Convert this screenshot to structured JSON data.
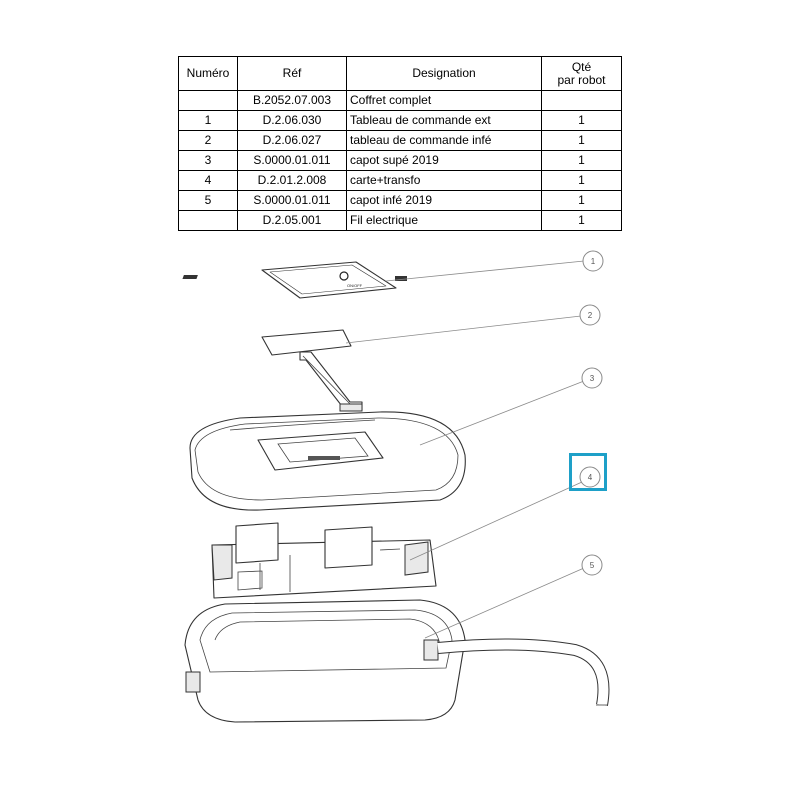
{
  "table": {
    "headers": [
      "Numéro",
      "Réf",
      "Designation",
      "Qté\npar robot"
    ],
    "header_qte_line1": "Qté",
    "header_qte_line2": "par robot",
    "rows": [
      {
        "numero": "",
        "ref": "B.2052.07.003",
        "designation": "Coffret complet",
        "qte": ""
      },
      {
        "numero": "1",
        "ref": "D.2.06.030",
        "designation": "Tableau de commande ext",
        "qte": "1"
      },
      {
        "numero": "2",
        "ref": "D.2.06.027",
        "designation": "tableau de commande infé",
        "qte": "1"
      },
      {
        "numero": "3",
        "ref": "S.0000.01.011",
        "designation": "capot supé 2019",
        "qte": "1"
      },
      {
        "numero": "4",
        "ref": "D.2.01.2.008",
        "designation": "carte+transfo",
        "qte": "1"
      },
      {
        "numero": "5",
        "ref": "S.0000.01.011",
        "designation": "capot infé 2019",
        "qte": "1"
      },
      {
        "numero": "",
        "ref": "D.2.05.001",
        "designation": "Fil electrique",
        "qte": "1"
      }
    ]
  },
  "diagram": {
    "callouts": [
      "1",
      "2",
      "3",
      "4",
      "5"
    ],
    "highlighted_callout": "4",
    "highlight_color": "#1ea0c8",
    "panel_label": "ON/OFF"
  }
}
